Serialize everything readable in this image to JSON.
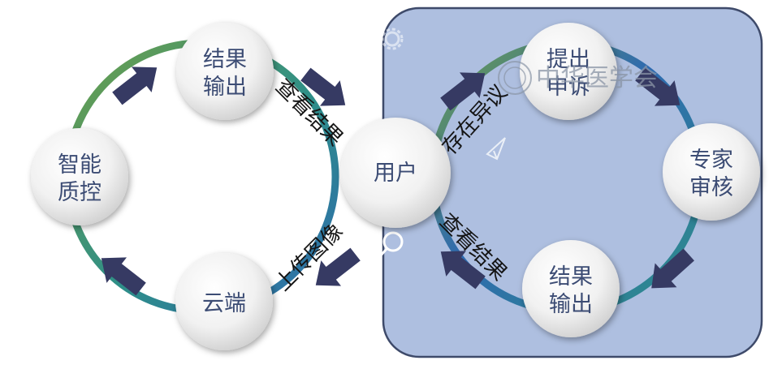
{
  "nodes": {
    "result_output_left": {
      "line1": "结果",
      "line2": "输出"
    },
    "smart_qc": {
      "line1": "智能",
      "line2": "质控"
    },
    "cloud": {
      "line1": "云端"
    },
    "user": {
      "line1": "用户"
    },
    "raise_appeal": {
      "line1": "提出",
      "line2": "申诉"
    },
    "expert_review": {
      "line1": "专家",
      "line2": "审核"
    },
    "result_output_right": {
      "line1": "结果",
      "line2": "输出"
    }
  },
  "edges": {
    "view_result_upper": "查看结果",
    "upload_image": "上传图像",
    "has_objection": "存在异议",
    "view_result_lower": "查看结果"
  },
  "watermark": {
    "text": "中华医学会"
  },
  "colors": {
    "panel_fill": "#aebfe0",
    "panel_stroke": "#3e4a6a",
    "arrow_fill": "#363a63",
    "ring_blue": "#2e6ab0",
    "ring_green": "#6fa048",
    "ring_teal": "#2e8f88",
    "node_text": "#3c4c74"
  }
}
